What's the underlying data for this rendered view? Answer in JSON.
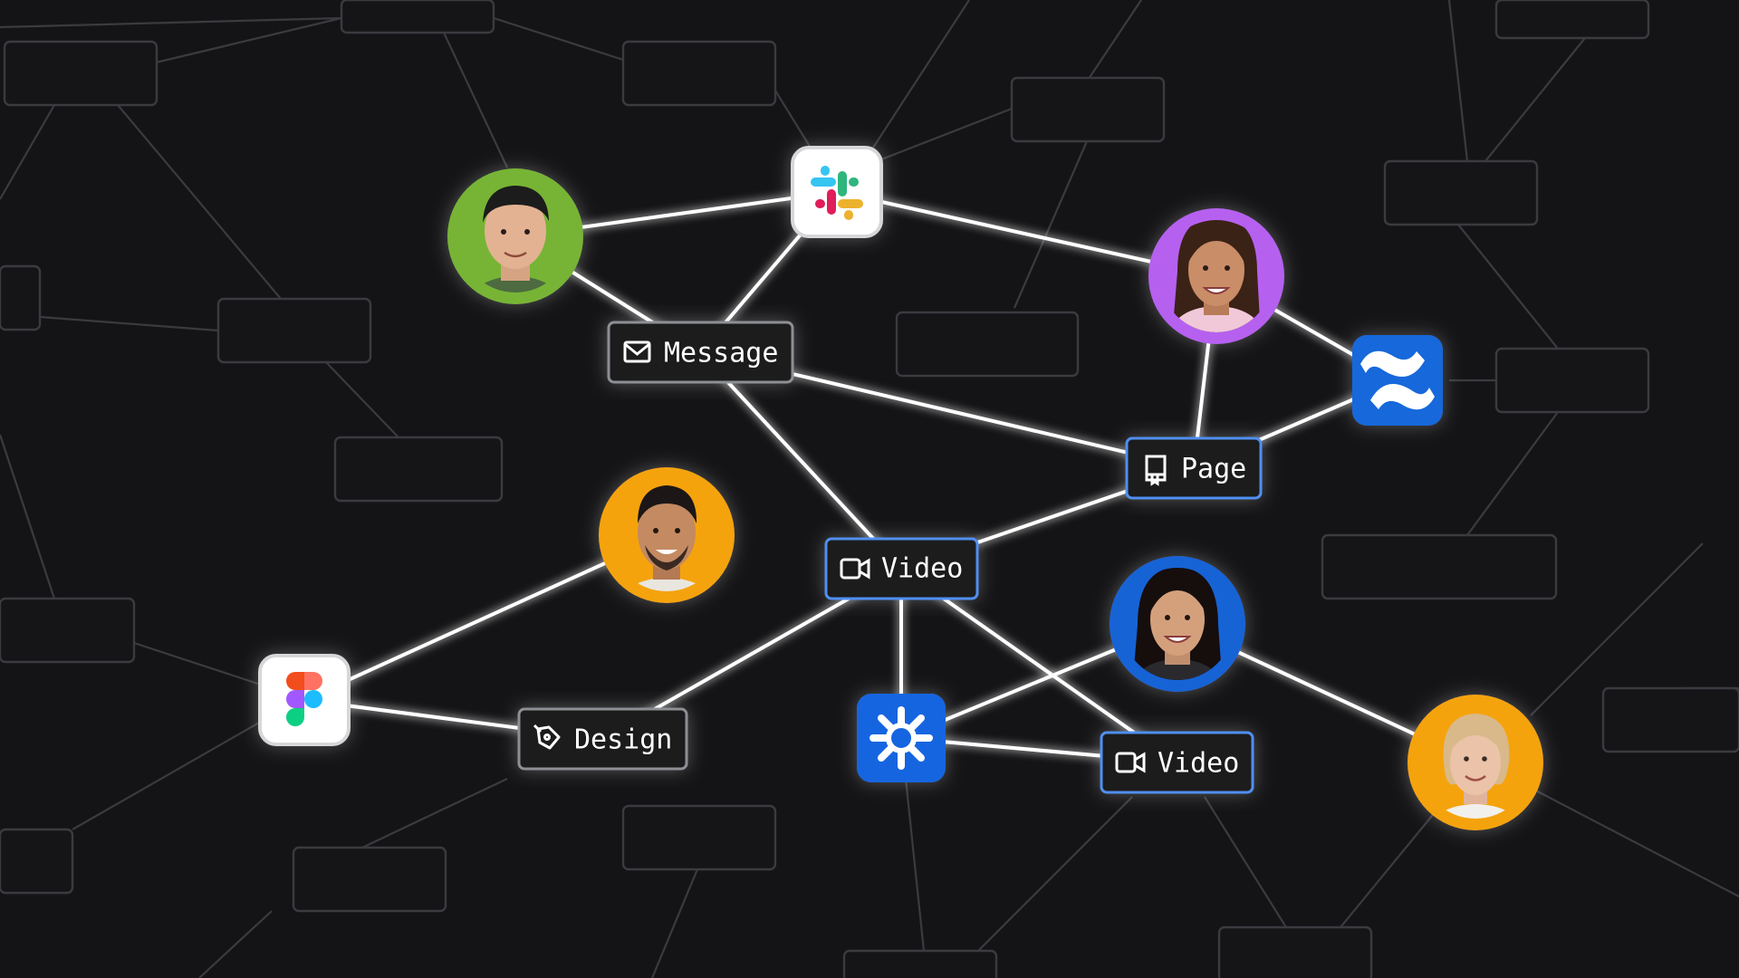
{
  "diagram": {
    "label_nodes": [
      {
        "id": "message",
        "text": "Message",
        "icon": "mail-icon",
        "style": "gray"
      },
      {
        "id": "page",
        "text": "Page",
        "icon": "page-icon",
        "style": "blue"
      },
      {
        "id": "video1",
        "text": "Video",
        "icon": "video-camera-icon",
        "style": "blue"
      },
      {
        "id": "design",
        "text": "Design",
        "icon": "pen-tool-icon",
        "style": "gray"
      },
      {
        "id": "video2",
        "text": "Video",
        "icon": "video-camera-icon",
        "style": "blue"
      }
    ],
    "app_nodes": [
      {
        "id": "slack",
        "icon": "slack-logo-icon"
      },
      {
        "id": "confluence",
        "icon": "confluence-logo-icon"
      },
      {
        "id": "figma",
        "icon": "figma-logo-icon"
      },
      {
        "id": "loom",
        "icon": "loom-logo-icon"
      }
    ],
    "person_nodes": [
      {
        "id": "p_green",
        "icon": "person-avatar-icon",
        "ring_color": "#77b434"
      },
      {
        "id": "p_purple",
        "icon": "person-avatar-icon",
        "ring_color": "#b660f0"
      },
      {
        "id": "p_orange",
        "icon": "person-avatar-icon",
        "ring_color": "#f5a30a"
      },
      {
        "id": "p_blue",
        "icon": "person-avatar-icon",
        "ring_color": "#1663d6"
      },
      {
        "id": "p_yellow",
        "icon": "person-avatar-icon",
        "ring_color": "#f5a30a"
      }
    ],
    "edges": [
      [
        "p_green",
        "slack"
      ],
      [
        "p_green",
        "message"
      ],
      [
        "slack",
        "message"
      ],
      [
        "slack",
        "p_purple"
      ],
      [
        "message",
        "page"
      ],
      [
        "message",
        "video1"
      ],
      [
        "p_purple",
        "page"
      ],
      [
        "p_purple",
        "confluence"
      ],
      [
        "confluence",
        "page"
      ],
      [
        "page",
        "video1"
      ],
      [
        "p_orange",
        "figma"
      ],
      [
        "figma",
        "design"
      ],
      [
        "design",
        "video1"
      ],
      [
        "video1",
        "loom"
      ],
      [
        "video1",
        "video2"
      ],
      [
        "loom",
        "p_blue"
      ],
      [
        "loom",
        "video2"
      ],
      [
        "p_blue",
        "p_yellow"
      ]
    ]
  },
  "colors": {
    "background": "#141416",
    "edge": "#ffffff",
    "faint_edge": "#3a3b3f",
    "gray_border": "#8d8f95",
    "blue_border": "#4f8ff0",
    "label_fill": "#1b1c1f",
    "loom_blue": "#1865e0",
    "confluence_blue": "#1868db"
  }
}
